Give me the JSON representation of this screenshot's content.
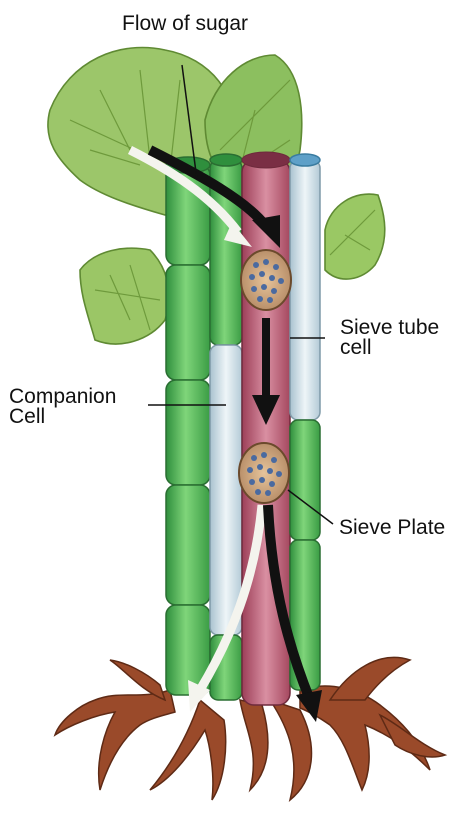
{
  "labels": {
    "flow_of_sugar": "Flow of sugar",
    "sieve_tube_line1": "Sieve tube",
    "sieve_tube_line2": "cell",
    "companion_line1": "Companion",
    "companion_line2": "Cell",
    "sieve_plate": "Sieve Plate"
  },
  "colors": {
    "leaf": "#9cc66a",
    "leaf_vein": "#5f8a33",
    "companion_cell": "#5fc06a",
    "sieve_tube": "#c0607a",
    "sieve_tube_light": "#dfe9ee",
    "root": "#9a4a2a",
    "arrow_dark": "#111111",
    "arrow_light": "#f4f4ee"
  }
}
